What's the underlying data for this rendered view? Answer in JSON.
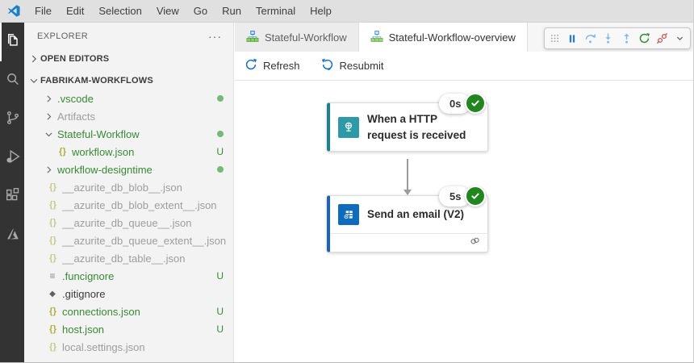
{
  "titlebar": {
    "menu": [
      "File",
      "Edit",
      "Selection",
      "View",
      "Go",
      "Run",
      "Terminal",
      "Help"
    ]
  },
  "activity_bar": {
    "items": [
      {
        "name": "explorer",
        "active": true
      },
      {
        "name": "search",
        "active": false
      },
      {
        "name": "source-control",
        "active": false
      },
      {
        "name": "run-and-debug",
        "active": false
      },
      {
        "name": "extensions",
        "active": false
      },
      {
        "name": "azure",
        "active": false
      }
    ]
  },
  "sidebar": {
    "header": {
      "title": "EXPLORER",
      "actions": "···"
    },
    "sections": {
      "open_editors": "OPEN EDITORS",
      "root": "FABRIKAM-WORKFLOWS"
    },
    "tree": [
      {
        "label": ".vscode",
        "kind": "folder",
        "status": "modified",
        "badge": "dot"
      },
      {
        "label": "Artifacts",
        "kind": "folder",
        "status": "ignored",
        "badge": ""
      },
      {
        "label": "Stateful-Workflow",
        "kind": "folder-open",
        "status": "modified",
        "badge": "dot"
      },
      {
        "label": "workflow.json",
        "kind": "json",
        "status": "untracked",
        "badge": "U"
      },
      {
        "label": "workflow-designtime",
        "kind": "folder",
        "status": "modified",
        "badge": "dot"
      },
      {
        "label": "__azurite_db_blob__.json",
        "kind": "json",
        "status": "ignored",
        "badge": ""
      },
      {
        "label": "__azurite_db_blob_extent__.json",
        "kind": "json",
        "status": "ignored",
        "badge": ""
      },
      {
        "label": "__azurite_db_queue__.json",
        "kind": "json",
        "status": "ignored",
        "badge": ""
      },
      {
        "label": "__azurite_db_queue_extent__.json",
        "kind": "json",
        "status": "ignored",
        "badge": ""
      },
      {
        "label": "__azurite_db_table__.json",
        "kind": "json",
        "status": "ignored",
        "badge": ""
      },
      {
        "label": ".funcignore",
        "kind": "text",
        "status": "untracked",
        "badge": "U"
      },
      {
        "label": ".gitignore",
        "kind": "git",
        "status": "tracked",
        "badge": ""
      },
      {
        "label": "connections.json",
        "kind": "json",
        "status": "untracked",
        "badge": "U"
      },
      {
        "label": "host.json",
        "kind": "json",
        "status": "untracked",
        "badge": "U"
      },
      {
        "label": "local.settings.json",
        "kind": "json",
        "status": "ignored",
        "badge": ""
      }
    ]
  },
  "editor": {
    "tabs": [
      {
        "label": "Stateful-Workflow",
        "active": false
      },
      {
        "label": "Stateful-Workflow-overview",
        "active": true
      }
    ],
    "debug_toolbar": [
      "gripper",
      "pause",
      "step-over",
      "step-into",
      "step-out",
      "restart",
      "disconnect",
      "more"
    ],
    "toolbar": {
      "refresh": "Refresh",
      "resubmit": "Resubmit"
    },
    "workflow": {
      "nodes": [
        {
          "title": "When a HTTP request is received",
          "duration": "0s",
          "status": "succeeded",
          "accent": "#1c8290"
        },
        {
          "title": "Send an email (V2)",
          "duration": "5s",
          "status": "succeeded",
          "accent": "#1b63bc"
        }
      ]
    }
  },
  "colors": {
    "success_green": "#21861e",
    "untracked_green": "#388a34",
    "ignored_gray": "#9d9d9d",
    "accent_blue": "#0f6cbd",
    "accent_teal": "#2e9aa8",
    "activity_bar_bg": "#333333",
    "sidebar_bg": "#f3f3f3",
    "titlebar_bg": "#e0e0e0"
  }
}
